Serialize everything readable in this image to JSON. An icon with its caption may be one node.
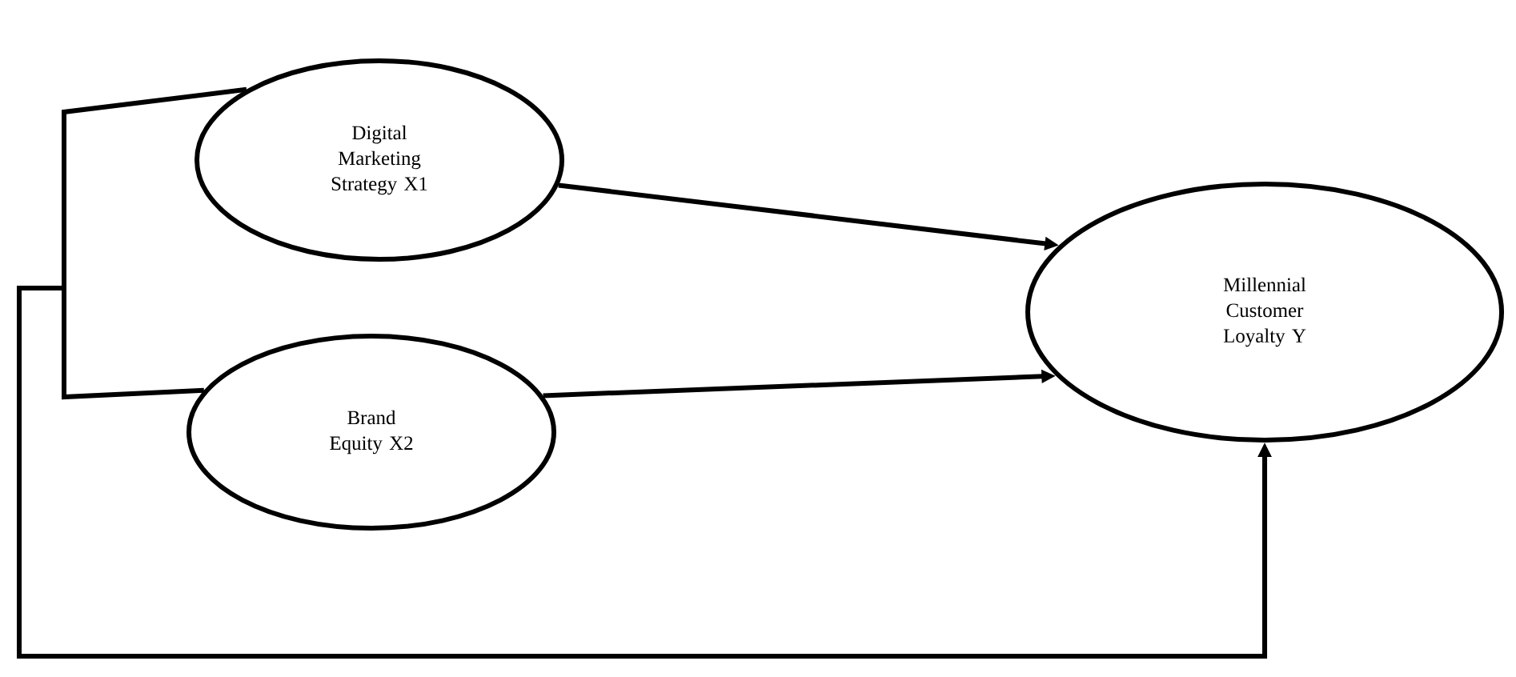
{
  "diagram": {
    "nodes": [
      {
        "text": [
          "Digital Marketing Strategy X1"
        ]
      },
      {
        "text": [
          "Brand Equity X2"
        ]
      },
      {
        "text": [
          "Millennial Customer Loyalty Y"
        ]
      }
    ],
    "edges": [
      {
        "from": 0,
        "to": 2,
        "arrow": "to"
      },
      {
        "from": 1,
        "to": 2,
        "arrow": "to"
      },
      {
        "from": 0,
        "to": 2,
        "arrow": "to"
      },
      {
        "from": 1,
        "to": 2,
        "arrow": "to"
      }
    ]
  }
}
